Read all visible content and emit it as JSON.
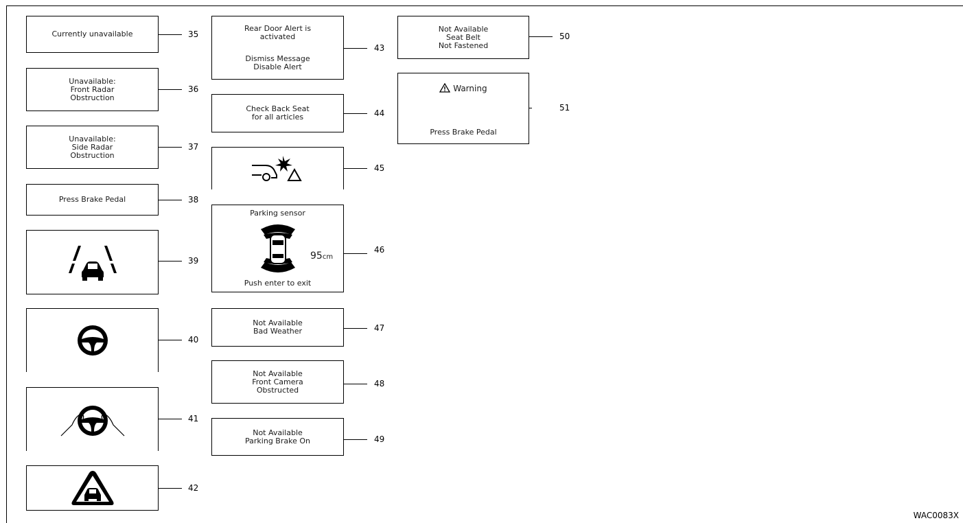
{
  "callouts": [
    {
      "number": "35",
      "lines": [
        "Currently unavailable"
      ]
    },
    {
      "number": "36",
      "lines": [
        "Unavailable:",
        "Front Radar",
        "Obstruction"
      ]
    },
    {
      "number": "37",
      "lines": [
        "Unavailable:",
        "Side Radar",
        "Obstruction"
      ]
    },
    {
      "number": "38",
      "lines": [
        "Press Brake Pedal"
      ]
    },
    {
      "number": "39",
      "icon": "lane-departure-car-icon"
    },
    {
      "number": "40",
      "icon": "steering-wheel-icon"
    },
    {
      "number": "41",
      "icon": "hands-on-steering-wheel-icon"
    },
    {
      "number": "42",
      "icon": "warning-triangle-car-icon"
    },
    {
      "number": "43",
      "lines": [
        "Rear Door Alert is",
        "activated",
        "Dismiss Message",
        "Disable Alert"
      ]
    },
    {
      "number": "44",
      "lines": [
        "Check Back Seat",
        "for all articles"
      ]
    },
    {
      "number": "45",
      "icon": "rear-collision-warning-icon"
    },
    {
      "number": "46",
      "title": "Parking sensor",
      "distance_value": "95",
      "distance_unit": "cm",
      "footer": "Push enter to exit",
      "icon": "parking-sensor-car-icon"
    },
    {
      "number": "47",
      "lines": [
        "Not Available",
        "Bad Weather"
      ]
    },
    {
      "number": "48",
      "lines": [
        "Not Available",
        "Front Camera",
        "Obstructed"
      ]
    },
    {
      "number": "49",
      "lines": [
        "Not Available",
        "Parking Brake On"
      ]
    },
    {
      "number": "50",
      "lines": [
        "Not Available",
        "Seat Belt",
        "Not Fastened"
      ]
    },
    {
      "number": "51",
      "title": "Warning",
      "footer": "Press Brake Pedal",
      "icon": "warning-triangle-icon"
    }
  ],
  "figure_code": "WAC0083X"
}
